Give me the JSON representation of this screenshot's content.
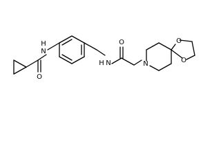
{
  "structure": {
    "atoms": [
      {
        "name": "amide-n-1",
        "text": "N"
      },
      {
        "name": "amide-n-1-h",
        "text": "H"
      },
      {
        "name": "carbonyl-o-1",
        "text": "O"
      },
      {
        "name": "amide-n-2",
        "text": "N"
      },
      {
        "name": "amide-n-2-h",
        "text": "H"
      },
      {
        "name": "carbonyl-o-2",
        "text": "O"
      },
      {
        "name": "piperidine-n",
        "text": "N"
      },
      {
        "name": "dioxolane-o-top",
        "text": "O"
      },
      {
        "name": "dioxolane-o-bottom",
        "text": "O"
      }
    ]
  }
}
